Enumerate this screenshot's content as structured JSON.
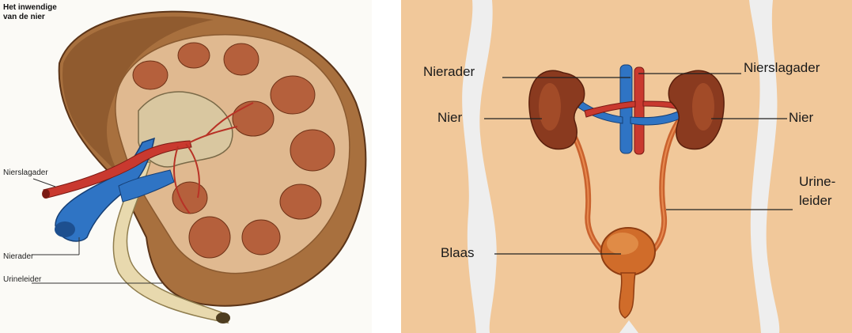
{
  "left_figure": {
    "title_line1": "Het inwendige",
    "title_line2": "van de nier",
    "labels": {
      "nierslagader": "Nierslagader",
      "nierader": "Nierader",
      "urineleider": "Urineleider"
    }
  },
  "right_figure": {
    "labels": {
      "nierader": "Nierader",
      "nierslagader": "Nierslagader",
      "nier_left": "Nier",
      "nier_right": "Nier",
      "urineleider_line1": "Urine-",
      "urineleider_line2": "leider",
      "blaas": "Blaas"
    }
  },
  "colors": {
    "vein": "#2f74c4",
    "artery": "#c9392f",
    "kidney": "#8a3a1f",
    "ureter": "#c9622e",
    "background_right": "#f1c89a",
    "tissue": "#b88a5a"
  }
}
